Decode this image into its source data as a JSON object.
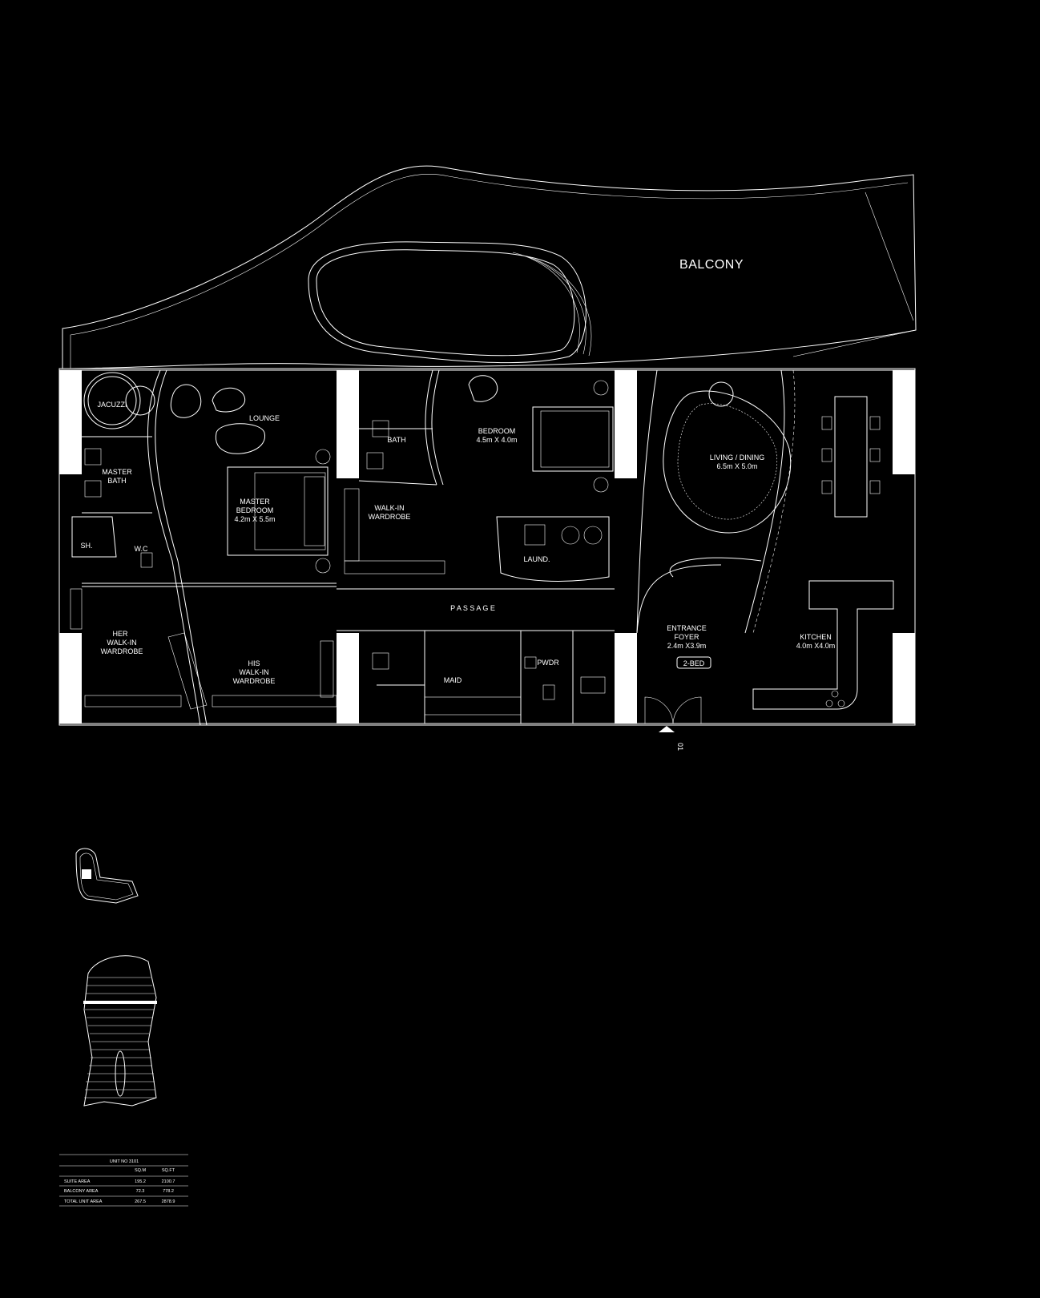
{
  "rooms": {
    "balcony": "BALCONY",
    "jacuzzi": "JACUZZI",
    "lounge": "LOUNGE",
    "bath": "BATH",
    "bedroom": "BEDROOM",
    "bedroom_size": "4.5m X 4.0m",
    "master_bath_1": "MASTER",
    "master_bath_2": "BATH",
    "master_bedroom_1": "MASTER",
    "master_bedroom_2": "BEDROOM",
    "master_bedroom_size": "4.2m X 5.5m",
    "walkin_1": "WALK-IN",
    "walkin_2": "WARDROBE",
    "living_dining": "LIVING / DINING",
    "living_dining_size": "6.5m X 5.0m",
    "laund": "LAUND.",
    "sh": "SH.",
    "wc": "W.C",
    "passage": "P A S S A G E",
    "her_1": "HER",
    "her_2": "WALK-IN",
    "her_3": "WARDROBE",
    "his_1": "HIS",
    "his_2": "WALK-IN",
    "his_3": "WARDROBE",
    "maid": "MAID",
    "pwdr": "PWDR",
    "entrance_1": "ENTRANCE",
    "entrance_2": "FOYER",
    "entrance_size": "2.4m X3.9m",
    "unit_type": "2-BED",
    "kitchen": "KITCHEN",
    "kitchen_size": "4.0m X4.0m",
    "entry_marker": "01"
  },
  "area_table": {
    "title": "UNIT NO 3101",
    "col_headers": [
      "SQ.M",
      "SQ.FT"
    ],
    "rows": [
      {
        "label": "SUITE AREA",
        "sqm": "195.2",
        "sqft": "2100.7"
      },
      {
        "label": "BALCONY AREA",
        "sqm": "72.3",
        "sqft": "778.2"
      },
      {
        "label": "TOTAL UNIT AREA",
        "sqm": "267.5",
        "sqft": "2878.9"
      }
    ]
  },
  "colors": {
    "background": "#000000",
    "linework": "#ffffff"
  }
}
